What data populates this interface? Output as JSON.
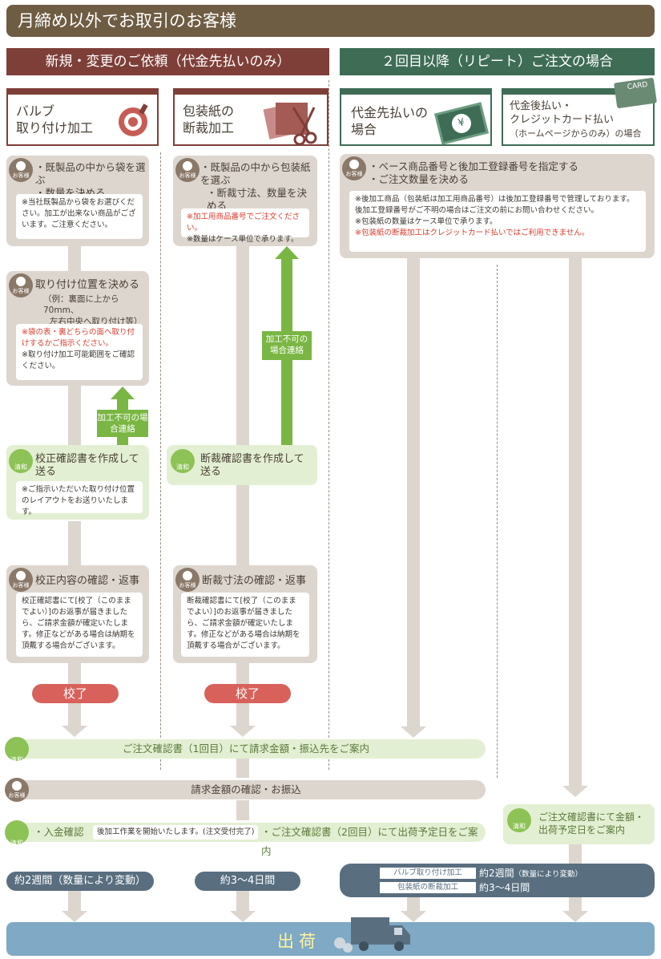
{
  "header": {
    "title": "月締め以外でお取引のお客様"
  },
  "banners": {
    "left": "新規・変更のご依頼（代金先払いのみ）",
    "right": "２回目以降（リピート）ご注文の場合"
  },
  "categories": {
    "valve": {
      "line1": "バルブ",
      "line2": "取り付け加工"
    },
    "paper": {
      "line1": "包装紙の",
      "line2": "断裁加工"
    },
    "prepay": {
      "line1": "代金先払いの",
      "line2": "場合",
      "icon_text": "¥"
    },
    "postpay": {
      "line1": "代金後払い・",
      "line2": "クレジットカード払い",
      "line3": "（ホームページからのみ）の場合",
      "card_text": "CARD"
    }
  },
  "icons": {
    "customer": "お客様",
    "seiwa": "清和"
  },
  "col1": {
    "s1_step1": "・既製品の中から袋を選ぶ",
    "s1_step2": "・数量を決める",
    "s1_note": "※当社既製品から袋をお選びください。加工が出来ない商品がございます。ご注意ください。",
    "s2_title": "取り付け位置を決める",
    "s2_sub1": "（例：裏面に上から70mm、",
    "s2_sub2": "左右中央へ取り付け等）",
    "s2_note_red": "※袋の表・裏どちらの面へ取り付けするかご指示ください。",
    "s2_note": "※取り付け加工可能範囲をご確認ください。",
    "ng_contact": "加工不可の場合連絡",
    "s3_title": "校正確認書を作成して送る",
    "s3_note": "※ご指示いただいた取り付け位置のレイアウトをお送りいたします。",
    "s4_title": "校正内容の確認・返事",
    "s4_note": "校正確認書にて[校了（このままでよい）]のお返事が届きましたら、ご請求金額が確定いたします。修正などがある場合は納期を頂戴する場合がございます。",
    "done": "校了"
  },
  "col2": {
    "s1_step1": "・既製品の中から包装紙を選ぶ",
    "s1_step2": "・断裁寸法、数量を決める",
    "s1_note_red": "※加工用商品番号でご注文ください。",
    "s1_note": "※数量はケース単位で承ります。",
    "ng_contact": "加工不可の場合連絡",
    "s3_title": "断裁確認書を作成して送る",
    "s4_title": "断裁寸法の確認・返事",
    "s4_note": "断裁確認書にて[校了（このままでよい）]のお返事が届きましたら、ご請求金額が確定いたします。修正などがある場合は納期を頂戴する場合がございます。",
    "done": "校了"
  },
  "col3": {
    "step1": "・ベース商品番号と後加工登録番号を指定する",
    "step2": "・ご注文数量を決める",
    "note1": "※後加工商品（包装紙は加工用商品番号）は後加工登録番号で管理しております。後加工登録番号がご不明の場合はご注文の前にお問い合わせください。",
    "note2": "※包装紙の数量はケース単位で承ります。",
    "note_red": "※包装紙の断裁加工はクレジットカード払いではご利用できません。"
  },
  "flow": {
    "order1": "ご注文確認書（1回目）にて請求金額・振込先をご案内",
    "payment": "請求金額の確認・お振込",
    "deposit": "・入金確認",
    "start_work": "後加工作業を開始いたします。(注文受付完了)",
    "order2": "・ご注文確認書（2回目）にて出荷予定日をご案内",
    "postpay_order": "ご注文確認書にて金額・出荷予定日をご案内"
  },
  "durations": {
    "valve": "約2週間（数量により変動）",
    "paper": "約3〜4日間",
    "repeat_valve_label": "バルブ取り付け加工",
    "repeat_valve_value": "約2週間",
    "repeat_valve_note": "（数量により変動）",
    "repeat_paper_label": "包装紙の断裁加工",
    "repeat_paper_value": "約3〜4日間"
  },
  "shipping": {
    "label": "出荷"
  },
  "colors": {
    "header": "#6e5c43",
    "left": "#7e3f39",
    "right": "#3e6c55",
    "green": "#7ab643",
    "done": "#d8615b",
    "duration": "#596f80",
    "ship": "#7fa9c4"
  }
}
